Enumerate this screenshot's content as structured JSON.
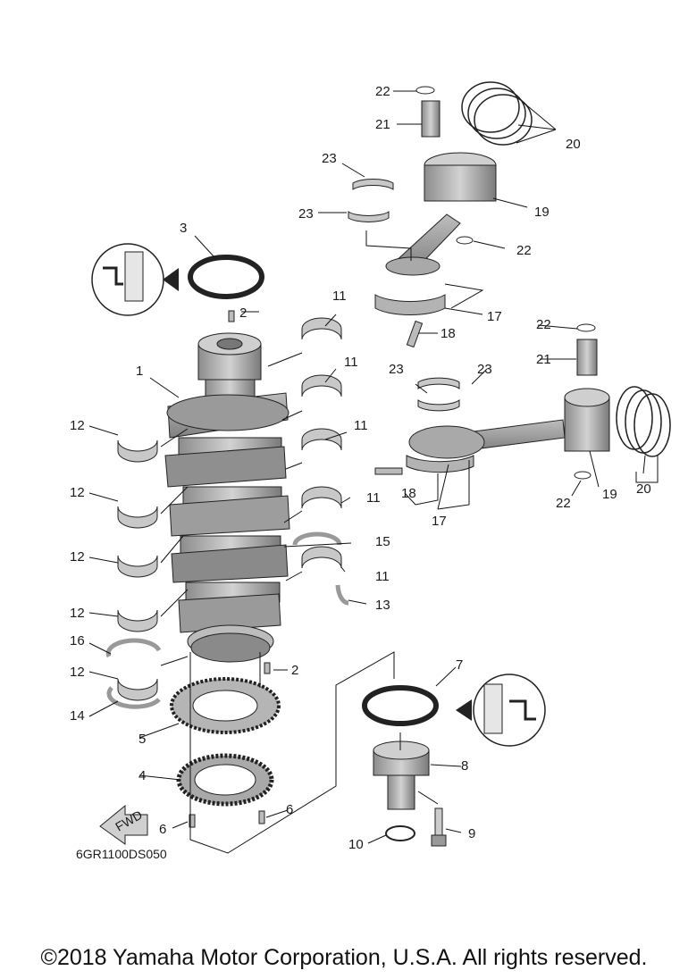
{
  "diagram": {
    "code": "6GR1100DS050",
    "fwd_label": "FWD",
    "copyright": "©2018 Yamaha Motor Corporation, U.S.A. All rights reserved."
  },
  "callouts": {
    "n1": "1",
    "n2a": "2",
    "n2b": "2",
    "n3": "3",
    "n4": "4",
    "n5": "5",
    "n6a": "6",
    "n6b": "6",
    "n7": "7",
    "n8": "8",
    "n9": "9",
    "n10": "10",
    "n11a": "11",
    "n11b": "11",
    "n11c": "11",
    "n11d": "11",
    "n11e": "11",
    "n12a": "12",
    "n12b": "12",
    "n12c": "12",
    "n12d": "12",
    "n12e": "12",
    "n13": "13",
    "n14": "14",
    "n15": "15",
    "n16": "16",
    "n17a": "17",
    "n17b": "17",
    "n18a": "18",
    "n18b": "18",
    "n19a": "19",
    "n19b": "19",
    "n20a": "20",
    "n20b": "20",
    "n21a": "21",
    "n21b": "21",
    "n22a": "22",
    "n22b": "22",
    "n22c": "22",
    "n22d": "22",
    "n23a": "23",
    "n23b": "23",
    "n23c": "23",
    "n23d": "23"
  }
}
